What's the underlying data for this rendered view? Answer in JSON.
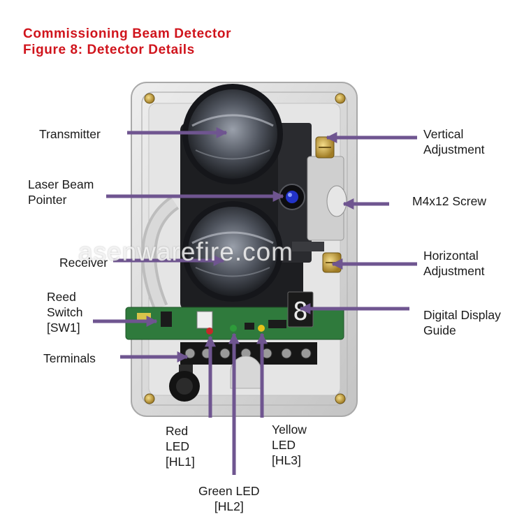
{
  "title_line1": "Commissioning Beam Detector",
  "title_line2": "Figure 8: Detector Details",
  "watermark": "asenwarefire.com",
  "labels": {
    "transmitter": "Transmitter",
    "laser_beam_pointer": "Laser Beam\nPointer",
    "receiver": "Receiver",
    "reed_switch": "Reed\nSwitch\n[SW1]",
    "terminals": "Terminals",
    "vertical_adjustment": "Vertical\nAdjustment",
    "m4x12_screw": "M4x12 Screw",
    "horizontal_adjustment": "Horizontal\nAdjustment",
    "digital_display_guide": "Digital Display\nGuide",
    "red_led": "Red\nLED\n[HL1]",
    "yellow_led": "Yellow\nLED\n[HL3]",
    "green_led": "Green LED\n[HL2]"
  },
  "display_digit": "8",
  "colors": {
    "title": "#d0141c",
    "arrow": "#6f5590",
    "housing": "#dcdcdc",
    "pcb": "#2f7a3c"
  }
}
